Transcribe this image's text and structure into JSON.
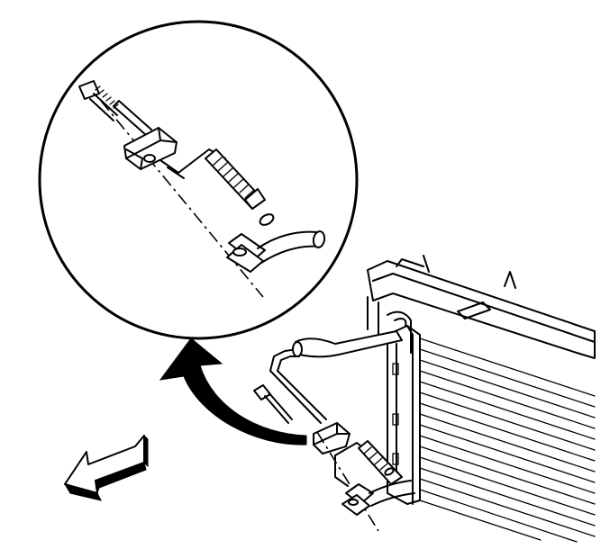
{
  "figure": {
    "background": "#ffffff",
    "line_color": "#000000",
    "style": "line-art exploded view",
    "parts": [
      "detail-magnifier-circle",
      "bolt",
      "line-clamp",
      "line-fitting",
      "o-ring-seal",
      "refrigerant-hose",
      "condenser",
      "callout-arrow",
      "vehicle-front-direction-arrow"
    ]
  }
}
